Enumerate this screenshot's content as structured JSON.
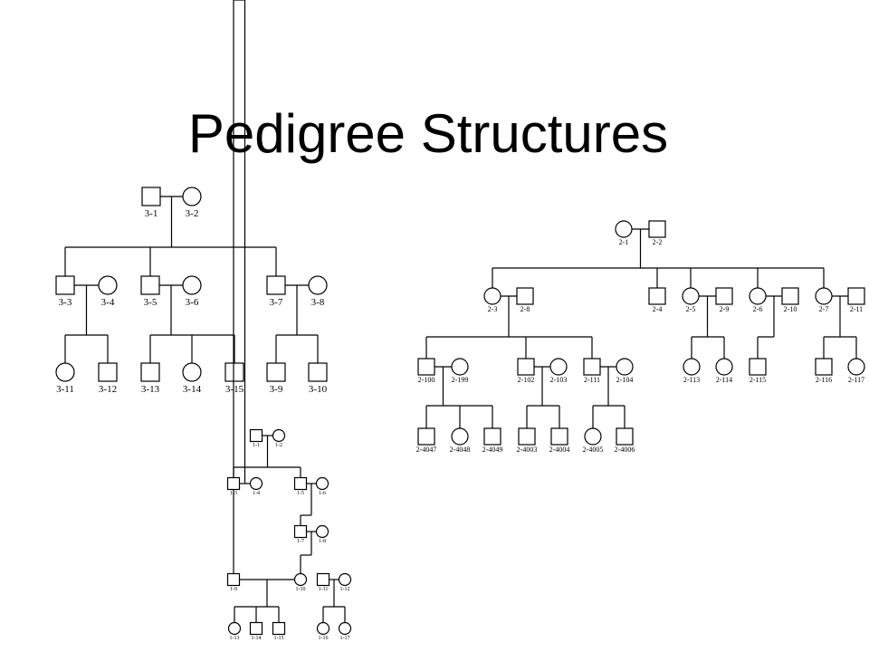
{
  "slide": {
    "title": "Pedigree Structures"
  },
  "pedigrees": [
    {
      "id": "pedigree-3",
      "font": 11,
      "shape": 20,
      "members": [
        {
          "id": "3-1",
          "label": "3-1",
          "sex": "M",
          "gen": 1
        },
        {
          "id": "3-2",
          "label": "3-2",
          "sex": "F",
          "gen": 1
        },
        {
          "id": "3-3",
          "label": "3-3",
          "sex": "M",
          "gen": 2
        },
        {
          "id": "3-4",
          "label": "3-4",
          "sex": "F",
          "gen": 2
        },
        {
          "id": "3-5",
          "label": "3-5",
          "sex": "M",
          "gen": 2
        },
        {
          "id": "3-6",
          "label": "3-6",
          "sex": "F",
          "gen": 2
        },
        {
          "id": "3-7",
          "label": "3-7",
          "sex": "M",
          "gen": 2
        },
        {
          "id": "3-8",
          "label": "3-8",
          "sex": "F",
          "gen": 2
        },
        {
          "id": "3-11",
          "label": "3-11",
          "sex": "F",
          "gen": 3
        },
        {
          "id": "3-12",
          "label": "3-12",
          "sex": "M",
          "gen": 3
        },
        {
          "id": "3-13",
          "label": "3-13",
          "sex": "M",
          "gen": 3
        },
        {
          "id": "3-14",
          "label": "3-14",
          "sex": "F",
          "gen": 3
        },
        {
          "id": "3-15",
          "label": "3-15",
          "sex": "M",
          "gen": 3
        },
        {
          "id": "3-9",
          "label": "3-9",
          "sex": "M",
          "gen": 3
        },
        {
          "id": "3-10",
          "label": "3-10",
          "sex": "M",
          "gen": 3
        }
      ],
      "families": [
        {
          "parents": [
            "3-1",
            "3-2"
          ],
          "children": [
            "3-3",
            "3-5",
            "3-7"
          ]
        },
        {
          "parents": [
            "3-3",
            "3-4"
          ],
          "children": [
            "3-11",
            "3-12"
          ]
        },
        {
          "parents": [
            "3-5",
            "3-6"
          ],
          "children": [
            "3-13",
            "3-14",
            "3-15"
          ]
        },
        {
          "parents": [
            "3-7",
            "3-8"
          ],
          "children": [
            "3-9",
            "3-10"
          ]
        }
      ]
    },
    {
      "id": "pedigree-2",
      "font": 8,
      "shape": 18,
      "members": [
        {
          "id": "2-1",
          "label": "2-1",
          "sex": "F",
          "gen": 1
        },
        {
          "id": "2-2",
          "label": "2-2",
          "sex": "M",
          "gen": 1
        },
        {
          "id": "2-3",
          "label": "2-3",
          "sex": "F",
          "gen": 2
        },
        {
          "id": "2-8",
          "label": "2-8",
          "sex": "M",
          "gen": 2
        },
        {
          "id": "2-4",
          "label": "2-4",
          "sex": "M",
          "gen": 2
        },
        {
          "id": "2-5",
          "label": "2-5",
          "sex": "F",
          "gen": 2
        },
        {
          "id": "2-9",
          "label": "2-9",
          "sex": "M",
          "gen": 2
        },
        {
          "id": "2-6",
          "label": "2-6",
          "sex": "F",
          "gen": 2
        },
        {
          "id": "2-10",
          "label": "2-10",
          "sex": "M",
          "gen": 2
        },
        {
          "id": "2-7",
          "label": "2-7",
          "sex": "F",
          "gen": 2
        },
        {
          "id": "2-11",
          "label": "2-11",
          "sex": "M",
          "gen": 2
        },
        {
          "id": "2-100",
          "label": "2-100",
          "sex": "M",
          "gen": 3
        },
        {
          "id": "2-199",
          "label": "2-199",
          "sex": "F",
          "gen": 3
        },
        {
          "id": "2-102",
          "label": "2-102",
          "sex": "M",
          "gen": 3
        },
        {
          "id": "2-103",
          "label": "2-103",
          "sex": "F",
          "gen": 3
        },
        {
          "id": "2-111",
          "label": "2-111",
          "sex": "M",
          "gen": 3
        },
        {
          "id": "2-104",
          "label": "2-104",
          "sex": "F",
          "gen": 3
        },
        {
          "id": "2-113",
          "label": "2-113",
          "sex": "F",
          "gen": 3
        },
        {
          "id": "2-114",
          "label": "2-114",
          "sex": "F",
          "gen": 3
        },
        {
          "id": "2-115",
          "label": "2-115",
          "sex": "M",
          "gen": 3
        },
        {
          "id": "2-116",
          "label": "2-116",
          "sex": "M",
          "gen": 3
        },
        {
          "id": "2-117",
          "label": "2-117",
          "sex": "F",
          "gen": 3
        },
        {
          "id": "2-4047",
          "label": "2-4047",
          "sex": "M",
          "gen": 4
        },
        {
          "id": "2-4048",
          "label": "2-4048",
          "sex": "F",
          "gen": 4
        },
        {
          "id": "2-4049",
          "label": "2-4049",
          "sex": "M",
          "gen": 4
        },
        {
          "id": "2-4003",
          "label": "2-4003",
          "sex": "M",
          "gen": 4
        },
        {
          "id": "2-4004",
          "label": "2-4004",
          "sex": "M",
          "gen": 4
        },
        {
          "id": "2-4005",
          "label": "2-4005",
          "sex": "F",
          "gen": 4
        },
        {
          "id": "2-4006",
          "label": "2-4006",
          "sex": "M",
          "gen": 4
        }
      ],
      "families": [
        {
          "parents": [
            "2-1",
            "2-2"
          ],
          "children": [
            "2-3",
            "2-4",
            "2-5",
            "2-6",
            "2-7"
          ]
        },
        {
          "parents": [
            "2-3",
            "2-8"
          ],
          "children": [
            "2-100",
            "2-102",
            "2-111"
          ]
        },
        {
          "parents": [
            "2-5",
            "2-9"
          ],
          "children": [
            "2-113",
            "2-114"
          ]
        },
        {
          "parents": [
            "2-6",
            "2-10"
          ],
          "children": [
            "2-115"
          ]
        },
        {
          "parents": [
            "2-7",
            "2-11"
          ],
          "children": [
            "2-116",
            "2-117"
          ]
        },
        {
          "parents": [
            "2-100",
            "2-199"
          ],
          "children": [
            "2-4047",
            "2-4048",
            "2-4049"
          ]
        },
        {
          "parents": [
            "2-102",
            "2-103"
          ],
          "children": [
            "2-4003",
            "2-4004"
          ]
        },
        {
          "parents": [
            "2-111",
            "2-104"
          ],
          "children": [
            "2-4005",
            "2-4006"
          ]
        }
      ]
    },
    {
      "id": "pedigree-1",
      "font": 6,
      "shape": 13,
      "members": [
        {
          "id": "1-1",
          "label": "1-1",
          "sex": "M",
          "gen": 1
        },
        {
          "id": "1-2",
          "label": "1-2",
          "sex": "F",
          "gen": 1
        },
        {
          "id": "1-3",
          "label": "1-3",
          "sex": "M",
          "gen": 2
        },
        {
          "id": "1-4",
          "label": "1-4",
          "sex": "F",
          "gen": 2
        },
        {
          "id": "1-5",
          "label": "1-5",
          "sex": "M",
          "gen": 2
        },
        {
          "id": "1-6",
          "label": "1-6",
          "sex": "F",
          "gen": 2
        },
        {
          "id": "1-7",
          "label": "1-7",
          "sex": "M",
          "gen": 3
        },
        {
          "id": "1-8",
          "label": "1-8",
          "sex": "F",
          "gen": 3
        },
        {
          "id": "1-9",
          "label": "1-9",
          "sex": "M",
          "gen": 4
        },
        {
          "id": "1-10",
          "label": "1-10",
          "sex": "F",
          "gen": 4
        },
        {
          "id": "1-11",
          "label": "1-11",
          "sex": "M",
          "gen": 4
        },
        {
          "id": "1-12",
          "label": "1-12",
          "sex": "F",
          "gen": 4
        },
        {
          "id": "1-13",
          "label": "1-13",
          "sex": "F",
          "gen": 5
        },
        {
          "id": "1-14",
          "label": "1-14",
          "sex": "M",
          "gen": 5
        },
        {
          "id": "1-15",
          "label": "1-15",
          "sex": "M",
          "gen": 5
        },
        {
          "id": "1-16",
          "label": "1-16",
          "sex": "F",
          "gen": 5
        },
        {
          "id": "1-17",
          "label": "1-17",
          "sex": "F",
          "gen": 5
        }
      ],
      "families": [
        {
          "parents": [
            "1-1",
            "1-2"
          ],
          "children": [
            "1-3",
            "1-5"
          ]
        },
        {
          "parents": [
            "1-3",
            "1-4"
          ],
          "children": [
            "1-9"
          ]
        },
        {
          "parents": [
            "1-5",
            "1-6"
          ],
          "children": [
            "1-7"
          ]
        },
        {
          "parents": [
            "1-7",
            "1-8"
          ],
          "children": [
            "1-10"
          ]
        },
        {
          "parents": [
            "1-9",
            "1-10"
          ],
          "children": [
            "1-13",
            "1-14",
            "1-15"
          ]
        },
        {
          "parents": [
            "1-11",
            "1-12"
          ],
          "children": [
            "1-16",
            "1-17"
          ]
        }
      ]
    }
  ]
}
